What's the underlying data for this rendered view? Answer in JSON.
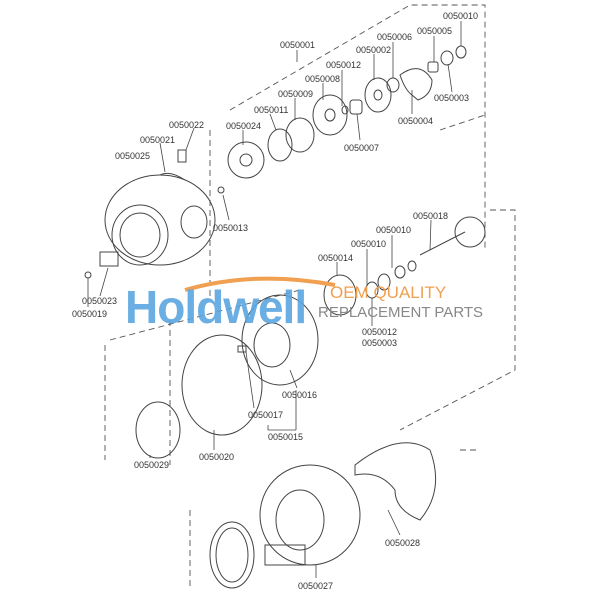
{
  "labels": [
    "0050001",
    "0050006",
    "0050010",
    "0050005",
    "0050002",
    "0050012",
    "0050008",
    "0050003",
    "0050009",
    "0050011",
    "0050024",
    "0050004",
    "0050007",
    "0050022",
    "0050021",
    "0050025",
    "0050013",
    "0050018",
    "0050010",
    "0050010",
    "0050014",
    "0050023",
    "0050019",
    "0050012",
    "0050003",
    "0050016",
    "0050017",
    "0050015",
    "0050020",
    "0050029",
    "0050028",
    "0050027"
  ],
  "watermark": {
    "brand": "Holdwell",
    "tagline1": "OEM QUALITY",
    "tagline2": "REPLACEMENT PARTS",
    "brand_color": "#5aa6e0",
    "accent_color": "#f0a050"
  }
}
